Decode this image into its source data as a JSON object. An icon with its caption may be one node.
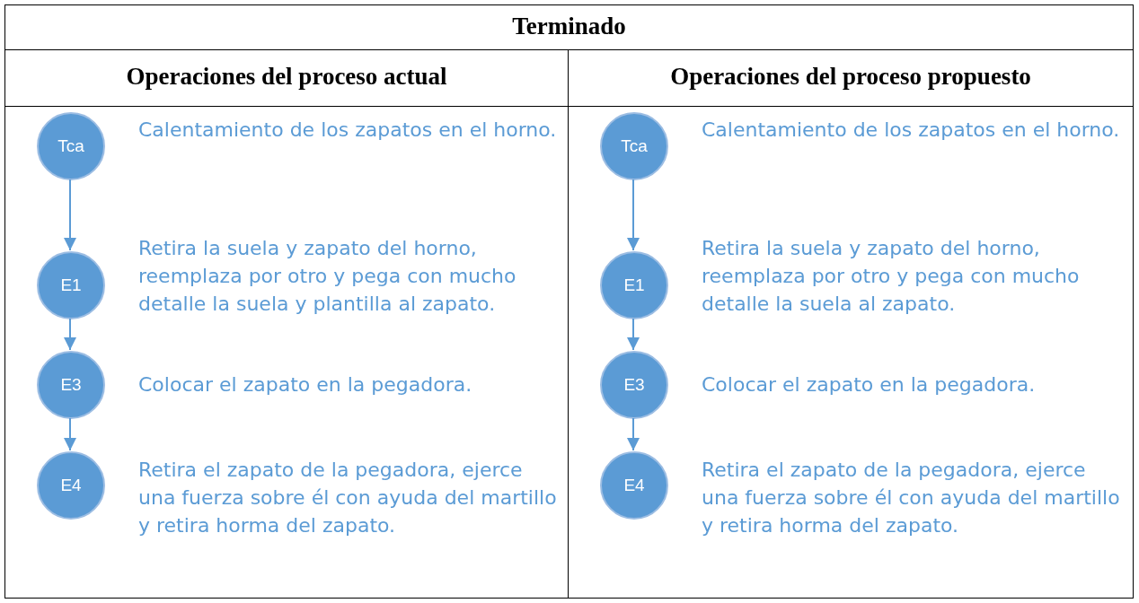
{
  "diagram": {
    "title": "Terminado",
    "nodes": [
      {
        "text": [
          "Operaciones del proceso actual"
        ]
      },
      {
        "text": [
          "Tca"
        ],
        "in": 0,
        "beside": [
          "Calentamiento de los zapatos en el horno."
        ]
      },
      {
        "text": [
          "E1"
        ],
        "in": 0,
        "beside": [
          "Retira la suela y zapato del horno, reemplaza por otro y pega con mucho detalle la suela y plantilla al zapato."
        ]
      },
      {
        "text": [
          "E3"
        ],
        "in": 0,
        "beside": [
          "Colocar el zapato en la pegadora."
        ]
      },
      {
        "text": [
          "E4"
        ],
        "in": 0,
        "beside": [
          "Retira el zapato de la pegadora, ejerce una fuerza sobre él con ayuda del martillo y retira horma del zapato."
        ]
      },
      {
        "text": [
          "Operaciones del proceso propuesto"
        ]
      },
      {
        "text": [
          "Tca"
        ],
        "in": 5,
        "beside": [
          "Calentamiento de los zapatos en el horno."
        ]
      },
      {
        "text": [
          "E1"
        ],
        "in": 5,
        "beside": [
          "Retira la suela y zapato del horno, reemplaza por otro y pega con mucho detalle la suela al zapato."
        ]
      },
      {
        "text": [
          "E3"
        ],
        "in": 5,
        "beside": [
          "Colocar el zapato en la pegadora."
        ]
      },
      {
        "text": [
          "E4"
        ],
        "in": 5,
        "beside": [
          "Retira el zapato de la pegadora, ejerce una fuerza sobre él con ayuda del martillo y retira horma del zapato."
        ]
      }
    ],
    "edges": [
      {
        "from": 1,
        "to": 2,
        "arrow": "to"
      },
      {
        "from": 2,
        "to": 3,
        "arrow": "to"
      },
      {
        "from": 3,
        "to": 4,
        "arrow": "to"
      },
      {
        "from": 6,
        "to": 7,
        "arrow": "to"
      },
      {
        "from": 7,
        "to": 8,
        "arrow": "to"
      },
      {
        "from": 8,
        "to": 9,
        "arrow": "to"
      }
    ]
  }
}
